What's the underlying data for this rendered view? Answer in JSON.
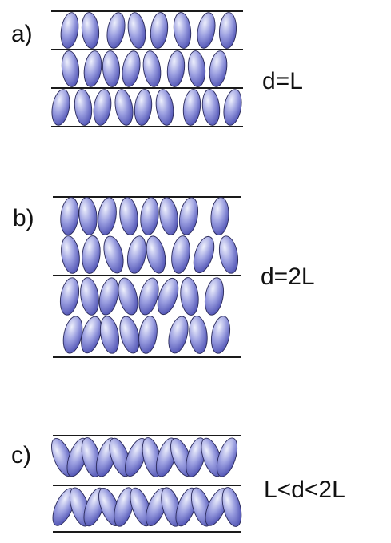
{
  "colors": {
    "line": "#1a1a1a",
    "molecule_dark": "#3c3fa8",
    "molecule_light": "#e9ebfb",
    "molecule_outline": "#2a2a5a",
    "text": "#111111"
  },
  "panels": [
    {
      "id": "a",
      "label": "a)",
      "condition": "d=L"
    },
    {
      "id": "b",
      "label": "b)",
      "condition": "d=2L"
    },
    {
      "id": "c",
      "label": "c)",
      "condition": "L<d<2L"
    }
  ]
}
